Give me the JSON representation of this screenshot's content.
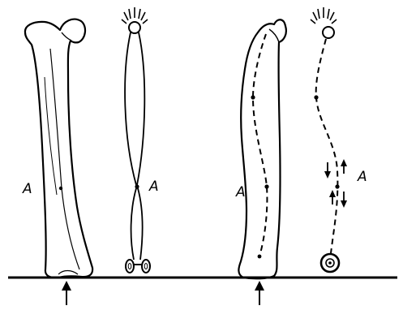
{
  "labels": {
    "fig1_label": "A",
    "fig2_label": "A",
    "fig3_label": "A",
    "fig4_label": "A"
  }
}
